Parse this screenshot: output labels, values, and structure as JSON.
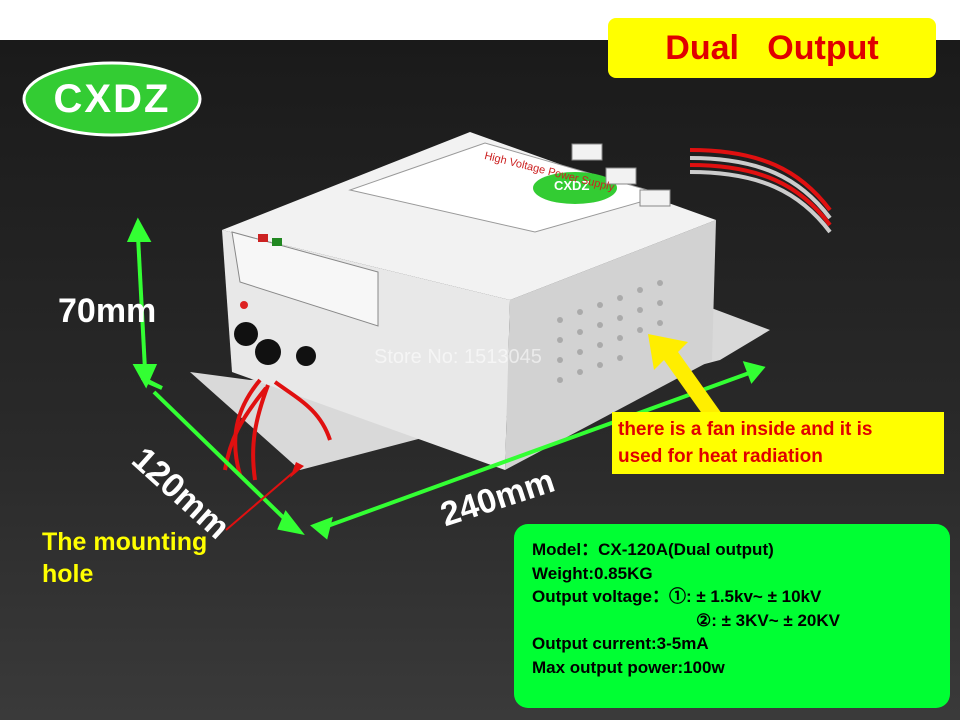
{
  "title_banner": {
    "text": "Dual   Output"
  },
  "logo": {
    "text": "CXDZ"
  },
  "device": {
    "label_brand": "CXDZ",
    "label_title": "High Voltage Power Supply",
    "watermark": "Store No: 1513045"
  },
  "dimensions": {
    "height": "70mm",
    "depth": "120mm",
    "length": "240mm"
  },
  "fan_note": {
    "line1": "there is a fan inside and it is",
    "line2": "used for heat radiation"
  },
  "mounting_note": {
    "line1": "The mounting",
    "line2": "hole"
  },
  "specs": {
    "model": "Model：CX-120A(Dual output)",
    "weight": "Weight:0.85KG",
    "output_voltage_1": "Output voltage：①: ± 1.5kv~ ± 10kV",
    "output_voltage_2": "②: ± 3KV~ ± 20KV",
    "output_current": "Output current:3-5mA",
    "max_power": "Max output power:100w"
  },
  "colors": {
    "banner_bg": "#ffff00",
    "banner_text": "#e00000",
    "spec_bg": "#00ff33",
    "arrow_green": "#33ff33",
    "logo_green": "#33cc33"
  }
}
